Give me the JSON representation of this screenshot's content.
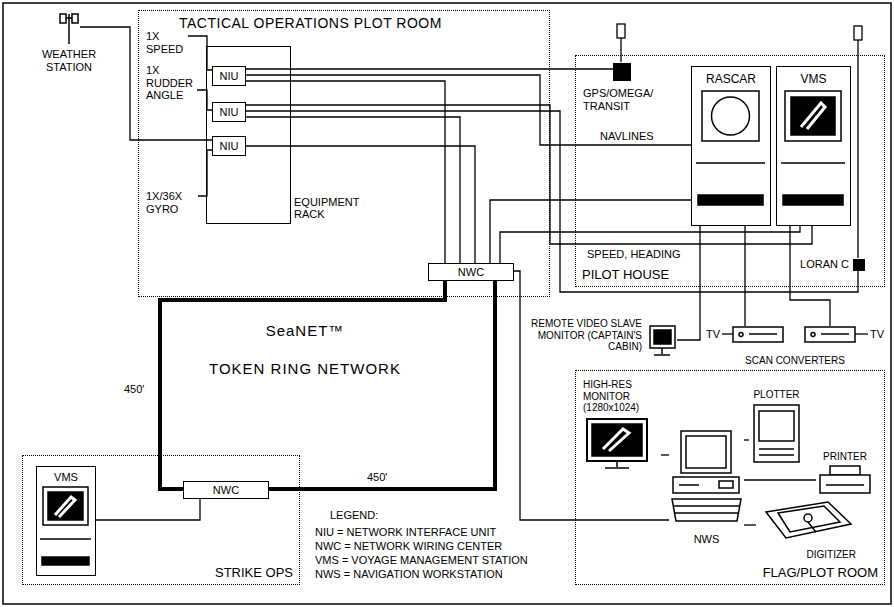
{
  "diagram": {
    "nodes": [
      {
        "text": [
          "TACTICAL OPERATIONS PLOT ROOM"
        ]
      },
      {
        "text": [
          "EQUIPMENT RACK"
        ],
        "in": 0
      },
      {
        "text": [
          "NIU"
        ],
        "in": 1
      },
      {
        "text": [
          "NIU"
        ],
        "in": 1
      },
      {
        "text": [
          "NIU"
        ],
        "in": 1
      },
      {
        "text": [
          "NWC"
        ],
        "in": 0
      },
      {
        "text": [
          "WEATHER STATION"
        ]
      },
      {
        "text": [
          "PILOT HOUSE"
        ]
      },
      {
        "text": [
          "GPS/OMEGA/ TRANSIT"
        ],
        "in": 7
      },
      {
        "text": [
          "RASCAR"
        ],
        "in": 7
      },
      {
        "text": [
          "VMS"
        ],
        "in": 7
      },
      {
        "text": [
          "LORAN C"
        ],
        "in": 7
      },
      {
        "text": [
          "REMOTE VIDEO SLAVE MONITOR (CAPTAIN'S CABIN)"
        ]
      },
      {
        "text": [
          "FLAG/PLOT ROOM"
        ]
      },
      {
        "text": [
          "SCAN CONVERTERS"
        ]
      },
      {
        "text": [
          "HIGH-RES MONITOR (1280x1024)"
        ],
        "in": 13
      },
      {
        "text": [
          "PLOTTER"
        ],
        "in": 13
      },
      {
        "text": [
          "PRINTER"
        ],
        "in": 13
      },
      {
        "text": [
          "NWS"
        ],
        "in": 13
      },
      {
        "text": [
          "DIGITIZER"
        ],
        "in": 13
      },
      {
        "text": [
          "STRIKE OPS"
        ]
      },
      {
        "text": [
          "NWC"
        ],
        "in": 20
      },
      {
        "text": [
          "VMS"
        ],
        "in": 20
      }
    ],
    "edges": [
      {
        "from": 6,
        "to": 4,
        "arrow": "none"
      },
      {
        "from": 8,
        "to": 2,
        "arrow": "none"
      },
      {
        "from": 2,
        "to": 9,
        "label": "NAVLINES",
        "arrow": "none"
      },
      {
        "from": 3,
        "to": 10,
        "label": "SPEED, HEADING",
        "arrow": "none"
      },
      {
        "from": 11,
        "to": 3,
        "arrow": "none"
      },
      {
        "from": 2,
        "to": 5,
        "arrow": "none"
      },
      {
        "from": 3,
        "to": 5,
        "arrow": "none"
      },
      {
        "from": 4,
        "to": 5,
        "arrow": "none"
      },
      {
        "from": 5,
        "to": 9,
        "arrow": "none"
      },
      {
        "from": 5,
        "to": 10,
        "arrow": "none"
      },
      {
        "from": 5,
        "to": 18,
        "arrow": "none"
      },
      {
        "from": 5,
        "to": 21,
        "label": "450'",
        "arrow": "none"
      },
      {
        "from": 5,
        "to": 21,
        "label": "450'",
        "arrow": "none"
      },
      {
        "from": 9,
        "to": 12,
        "arrow": "none"
      },
      {
        "from": 9,
        "to": 14,
        "arrow": "none"
      },
      {
        "from": 10,
        "to": 14,
        "arrow": "none"
      },
      {
        "from": 21,
        "to": 22,
        "arrow": "none"
      },
      {
        "from": 18,
        "to": 15,
        "arrow": "none"
      },
      {
        "from": 18,
        "to": 16,
        "arrow": "none"
      },
      {
        "from": 18,
        "to": 17,
        "arrow": "none"
      },
      {
        "from": 18,
        "to": 19,
        "arrow": "none"
      }
    ],
    "labels": [
      "1X SPEED",
      "1X RUDDER ANGLE",
      "1X/36X GYRO",
      "TV",
      "TV",
      "SeaNET™",
      "TOKEN RING NETWORK",
      "LEGEND:"
    ],
    "legend": [
      {
        "text": "NIU = NETWORK INTERFACE UNIT"
      },
      {
        "text": "NWC = NETWORK WIRING CENTER"
      },
      {
        "text": "VMS = VOYAGE MANAGEMENT STATION"
      },
      {
        "text": "NWS = NAVIGATION WORKSTATION"
      }
    ]
  }
}
